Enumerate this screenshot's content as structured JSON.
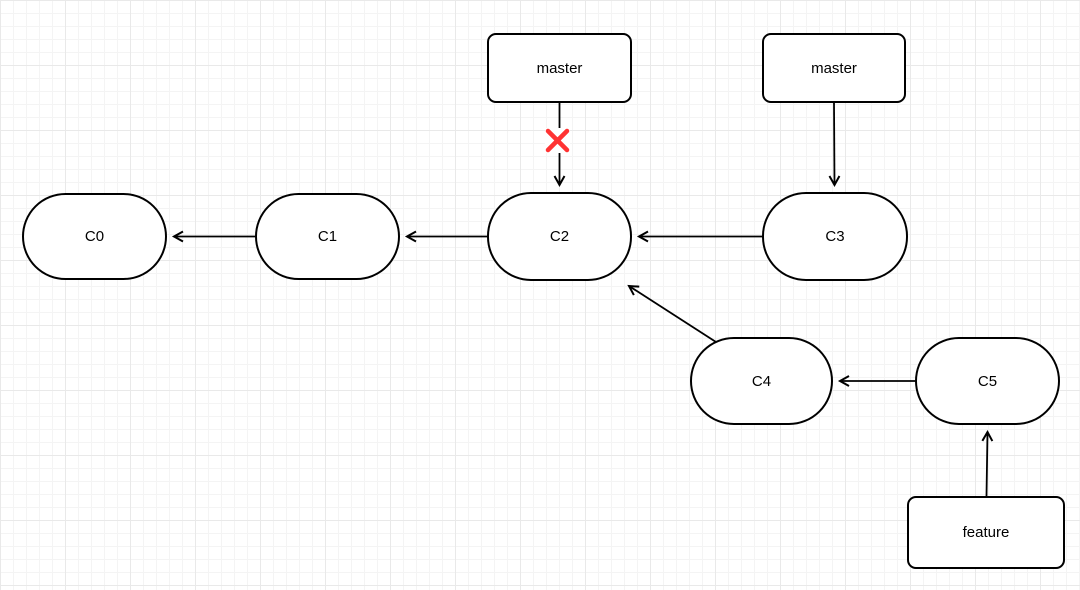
{
  "diagram": {
    "type": "git-commit-graph",
    "colors": {
      "node_fill": "#ffffff",
      "node_stroke": "#000000",
      "arrow": "#000000",
      "deleted_x": "#ff3333",
      "grid_minor": "#f4f4f4",
      "grid_major": "#e9e9e9",
      "label_color": "#000000"
    },
    "nodes": [
      {
        "id": "C0",
        "label": "C0",
        "shape": "commit-pill"
      },
      {
        "id": "C1",
        "label": "C1",
        "shape": "commit-pill"
      },
      {
        "id": "C2",
        "label": "C2",
        "shape": "commit-pill"
      },
      {
        "id": "C3",
        "label": "C3",
        "shape": "commit-pill"
      },
      {
        "id": "C4",
        "label": "C4",
        "shape": "commit-pill"
      },
      {
        "id": "C5",
        "label": "C5",
        "shape": "commit-pill"
      },
      {
        "id": "master_old",
        "label": "master",
        "shape": "branch-box"
      },
      {
        "id": "master",
        "label": "master",
        "shape": "branch-box"
      },
      {
        "id": "feature",
        "label": "feature",
        "shape": "branch-box"
      }
    ],
    "edges": [
      {
        "from": "C1",
        "to": "C0",
        "style": "arrow"
      },
      {
        "from": "C2",
        "to": "C1",
        "style": "arrow"
      },
      {
        "from": "C3",
        "to": "C2",
        "style": "arrow"
      },
      {
        "from": "C4",
        "to": "C2",
        "style": "arrow"
      },
      {
        "from": "C5",
        "to": "C4",
        "style": "arrow"
      },
      {
        "from": "master_old",
        "to": "C2",
        "style": "arrow",
        "status": "deleted-crossed-out"
      },
      {
        "from": "master",
        "to": "C3",
        "style": "arrow"
      },
      {
        "from": "feature",
        "to": "C5",
        "style": "arrow"
      }
    ]
  }
}
